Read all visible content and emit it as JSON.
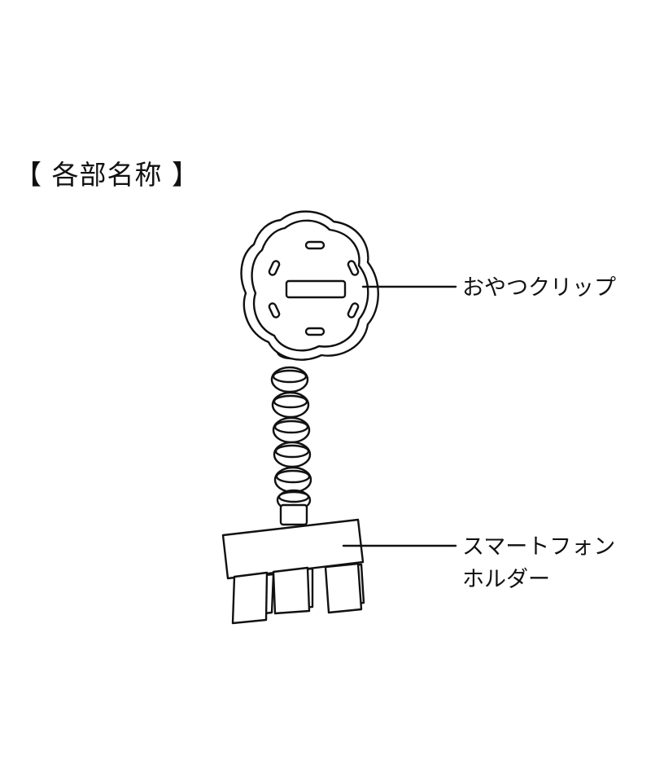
{
  "title": "【 各部名称 】",
  "parts": [
    {
      "label": "おやつクリップ"
    },
    {
      "label_line1": "スマートフォン",
      "label_line2": "ホルダー"
    }
  ]
}
